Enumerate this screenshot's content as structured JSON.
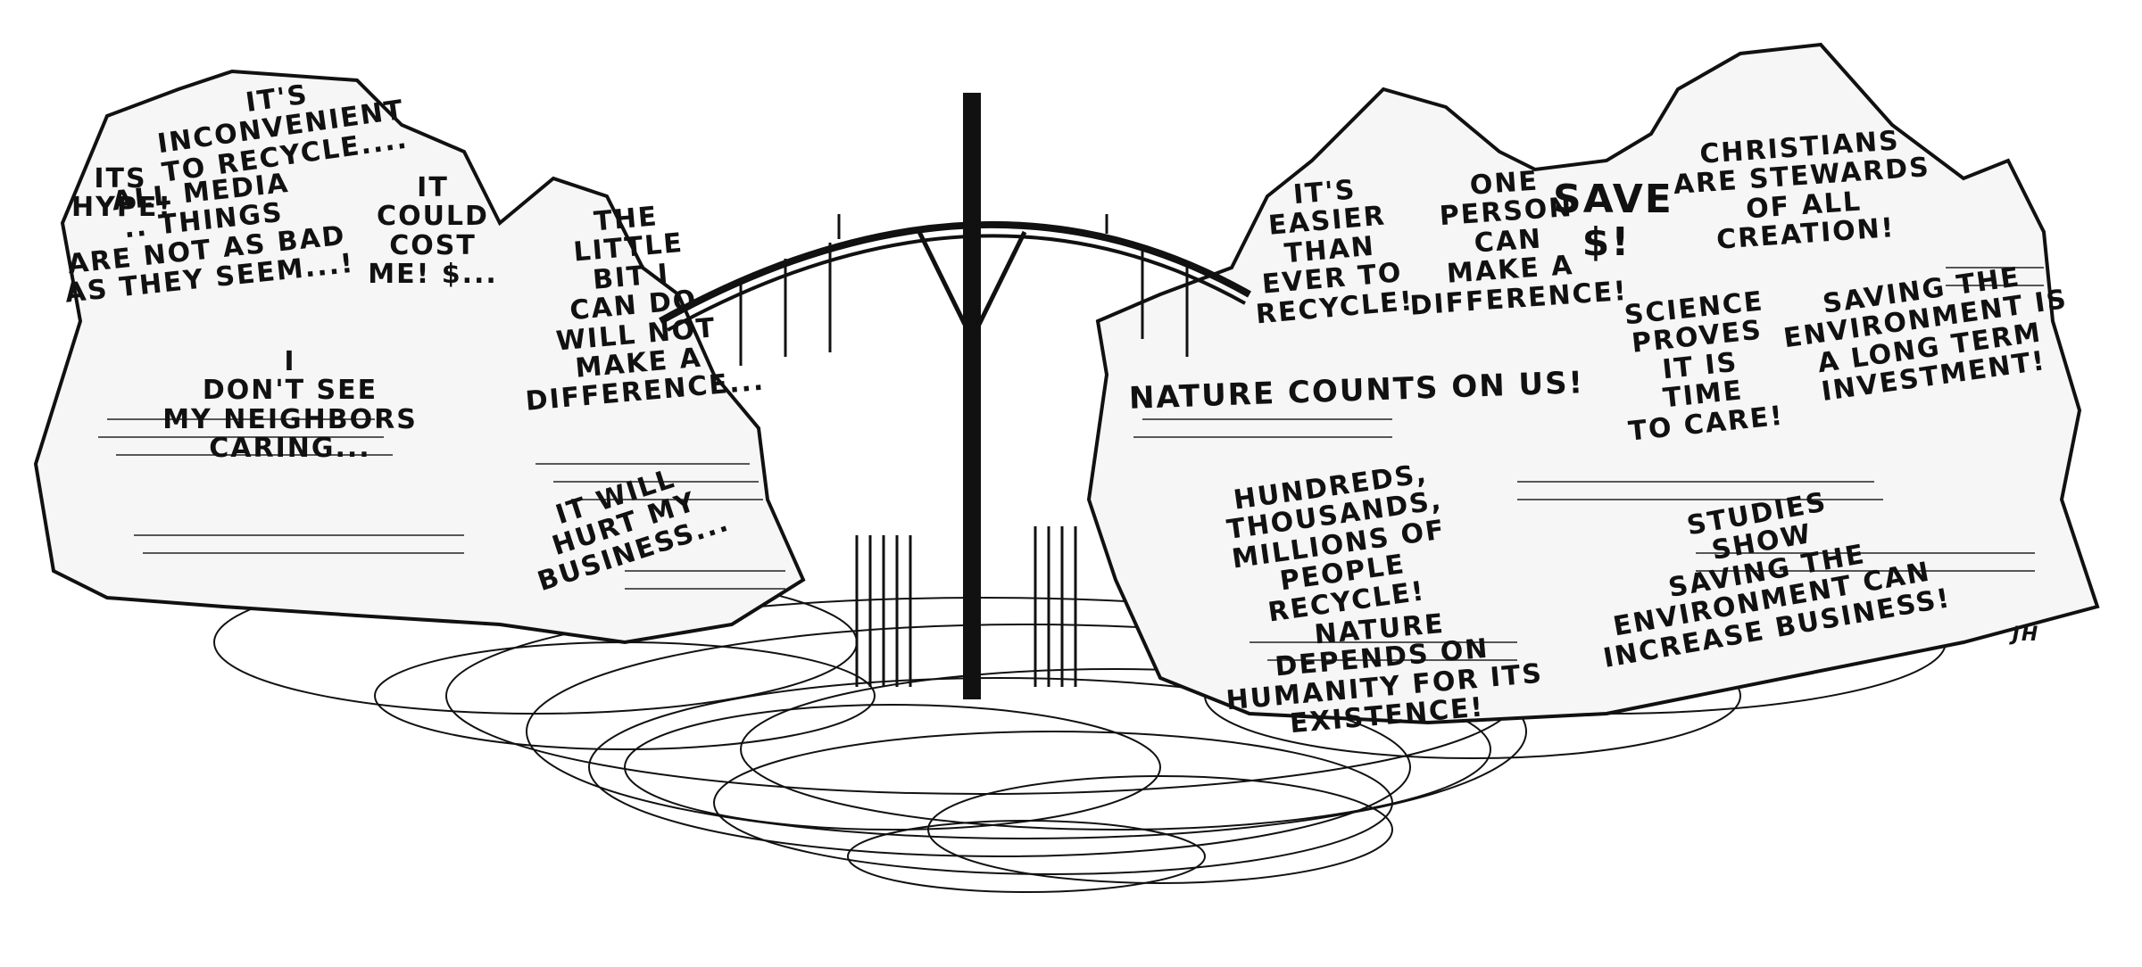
{
  "colors": {
    "ink": "#111111",
    "paper": "#ffffff"
  },
  "left_cliff": {
    "inconvenient": "IT'S INCONVENIENT\nTO RECYCLE....",
    "hype": "ITS\nHYPE!",
    "media": "ALL MEDIA\n.. THINGS\nARE NOT AS BAD\nAS THEY SEEM...!",
    "cost": "IT\nCOULD\nCOST\nME! $...",
    "little_bit": "THE\nLITTLE\nBIT I\nCAN DO\nWILL NOT\nMAKE A\nDIFFERENCE...",
    "neighbors": "I\nDON'T SEE\nMY NEIGHBORS\nCARING...",
    "business": "IT WILL\nHURT MY\nBUSINESS..."
  },
  "right_cliff": {
    "easier": "IT'S\nEASIER\nTHAN\nEVER TO\nRECYCLE!",
    "one_person": "ONE\nPERSON\nCAN\nMAKE A\nDIFFERENCE!",
    "save": "SAVE\n$!",
    "christians": "CHRISTIANS\nARE STEWARDS\nOF ALL\nCREATION!",
    "science": "SCIENCE\nPROVES\nIT IS\nTIME\nTO CARE!",
    "long_term": "SAVING THE\nENVIRONMENT IS\nA LONG TERM\nINVESTMENT!",
    "nature_counts": "NATURE COUNTS ON US!",
    "hundreds": "HUNDREDS,\nTHOUSANDS,\nMILLIONS OF\nPEOPLE\nRECYCLE!",
    "studies": "STUDIES\nSHOW\nSAVING THE\nENVIRONMENT CAN\nINCREASE BUSINESS!",
    "depends": "NATURE\nDEPENDS ON\nHUMANITY FOR ITS\nEXISTENCE!"
  },
  "signature": "JH"
}
